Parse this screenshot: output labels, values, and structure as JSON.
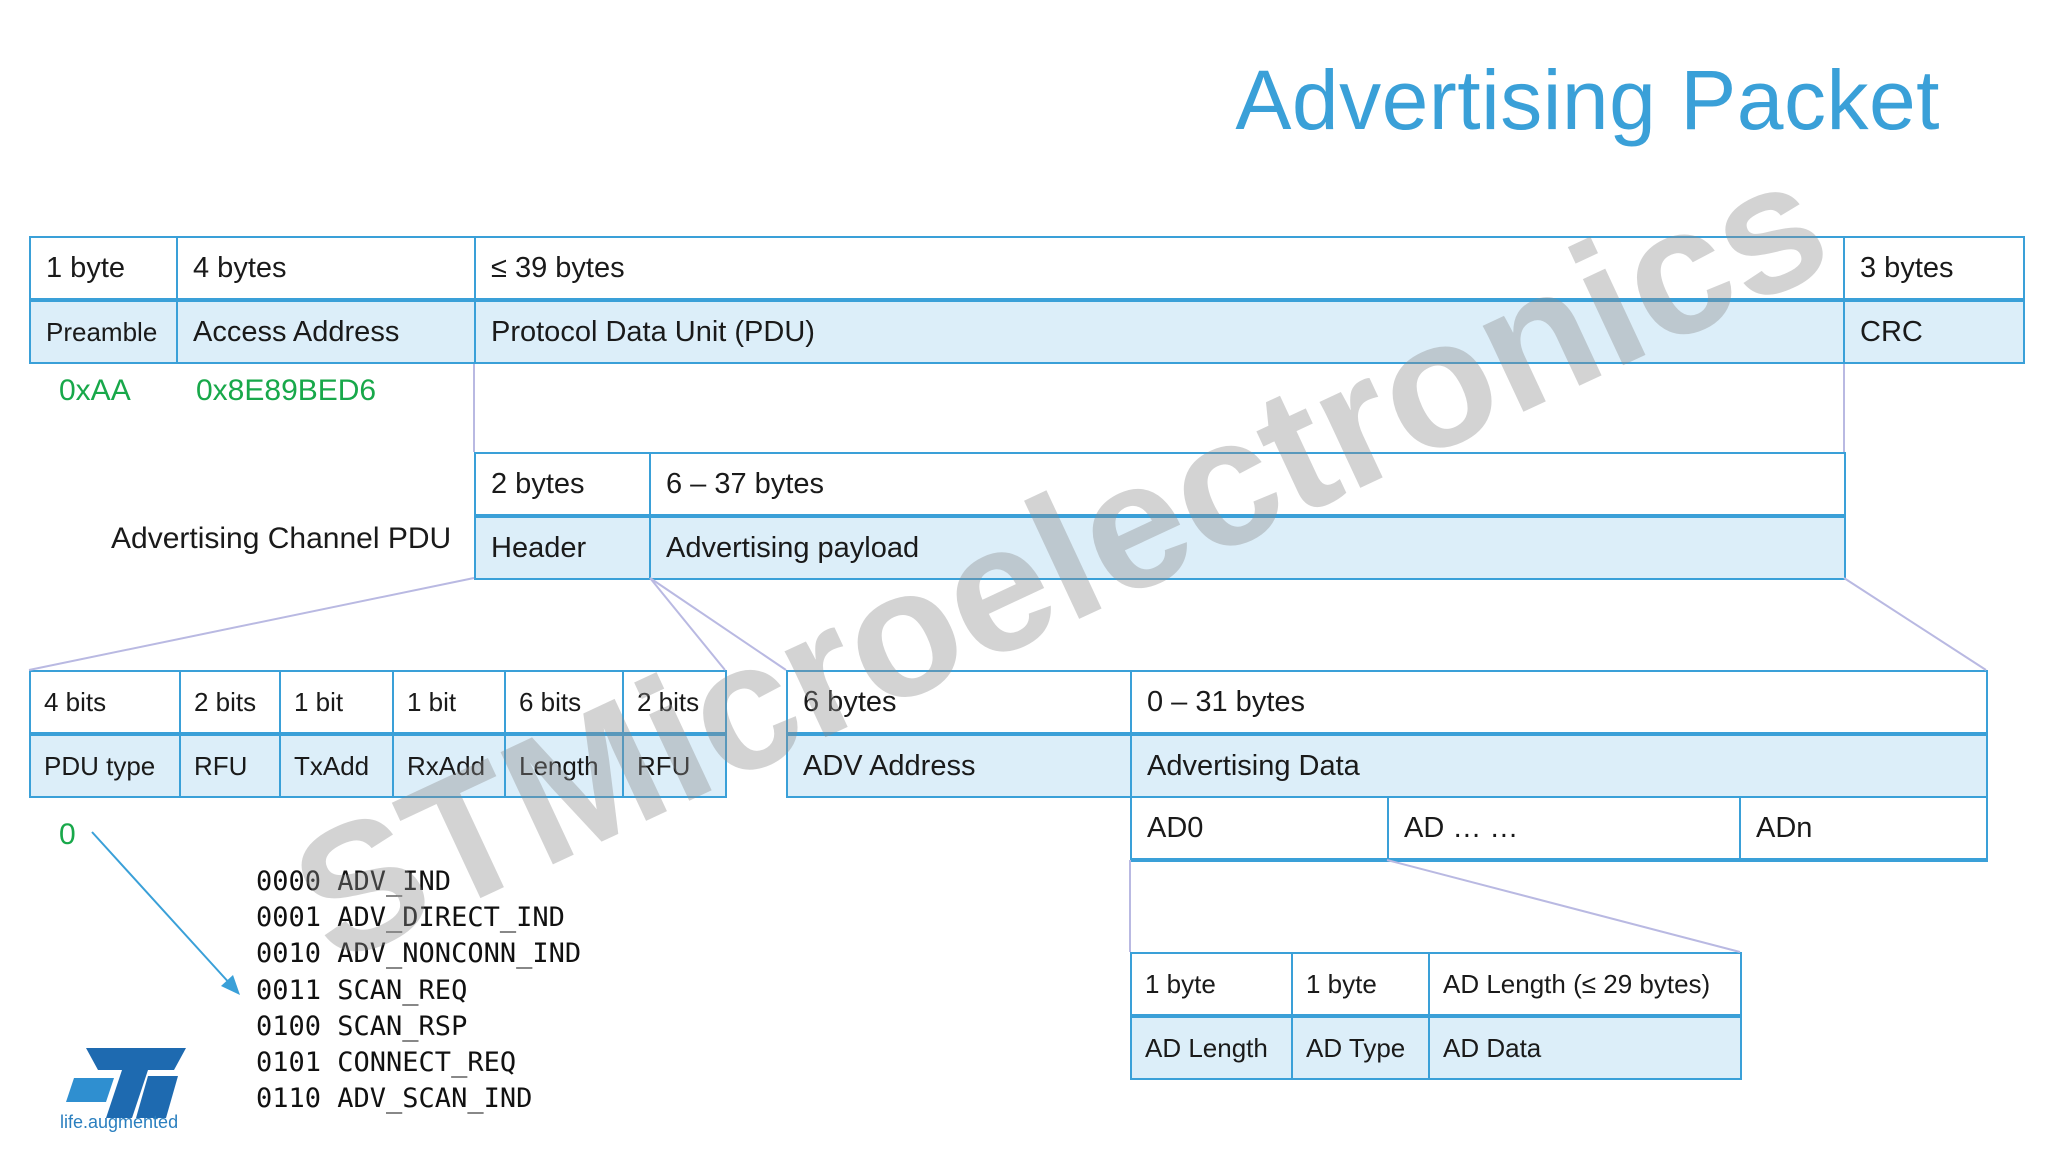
{
  "title": "Advertising Packet",
  "packet": {
    "sizes": [
      "1 byte",
      "4 bytes",
      "≤ 39 bytes",
      "3 bytes"
    ],
    "fields": [
      "Preamble",
      "Access Address",
      "Protocol Data Unit (PDU)",
      "CRC"
    ],
    "preamble_value": "0xAA",
    "access_address_value": "0x8E89BED6"
  },
  "pdu": {
    "label": "Advertising Channel PDU",
    "sizes": [
      "2 bytes",
      "6 – 37 bytes"
    ],
    "fields": [
      "Header",
      "Advertising payload"
    ]
  },
  "header": {
    "sizes": [
      "4 bits",
      "2 bits",
      "1 bit",
      "1 bit",
      "6 bits",
      "2 bits"
    ],
    "fields": [
      "PDU type",
      "RFU",
      "TxAdd",
      "RxAdd",
      "Length",
      "RFU"
    ],
    "pdu_type_value": "0",
    "pdu_types": [
      "0000 ADV_IND",
      "0001 ADV_DIRECT_IND",
      "0010 ADV_NONCONN_IND",
      "0011 SCAN_REQ",
      "0100 SCAN_RSP",
      "0101 CONNECT_REQ",
      "0110 ADV_SCAN_IND"
    ]
  },
  "payload": {
    "sizes": [
      "6 bytes",
      "0 – 31 bytes"
    ],
    "fields": [
      "ADV Address",
      "Advertising Data"
    ],
    "ad_structures": [
      "AD0",
      "AD … …",
      "ADn"
    ]
  },
  "ad_structure": {
    "sizes": [
      "1 byte",
      "1 byte",
      "AD Length (≤ 29 bytes)"
    ],
    "fields": [
      "AD Length",
      "AD Type",
      "AD Data"
    ]
  },
  "watermark": "STMicroelectronics",
  "logo": {
    "mark": "ST",
    "tagline": "life.augmented"
  },
  "colors": {
    "accent": "#3aa0d8",
    "cell_fill": "#dceef9",
    "value_green": "#18a84a"
  }
}
